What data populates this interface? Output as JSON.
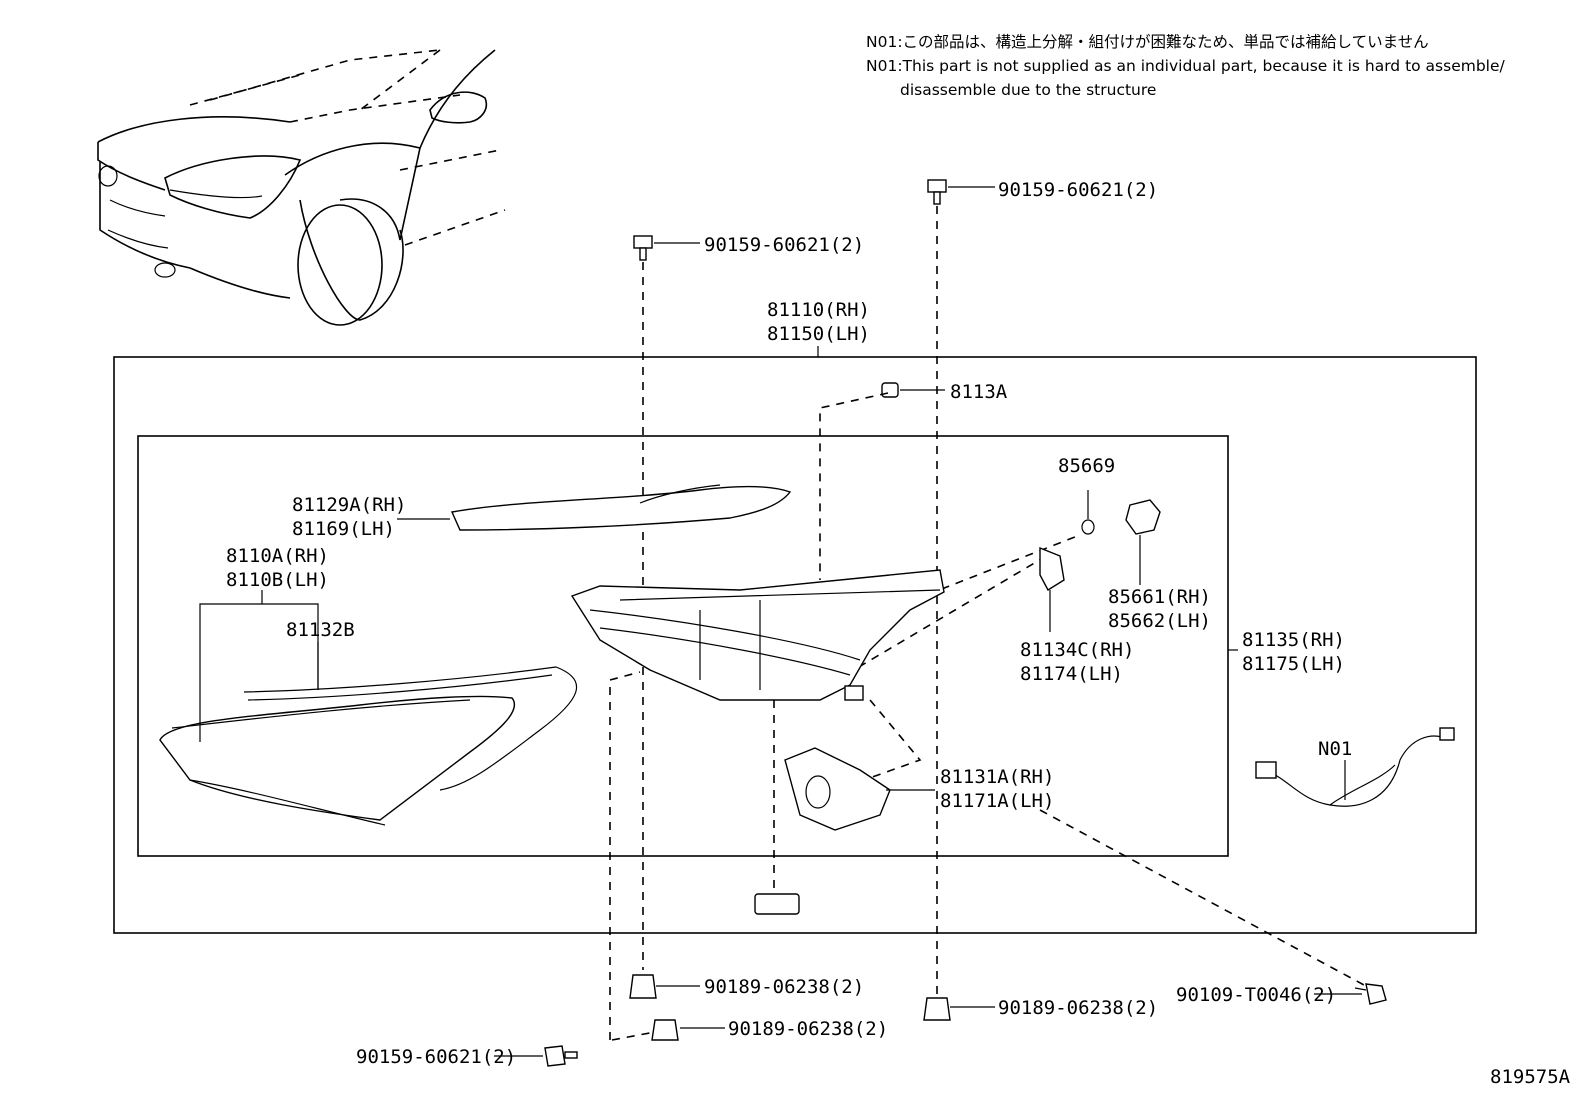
{
  "notes": {
    "line1": "N01:この部品は、構造上分解・組付けが困難なため、単品では補給していません",
    "line2": "N01:This part is not supplied as an individual part, because it is hard to assemble/",
    "line3": "disassemble due to the structure"
  },
  "labels": {
    "bolt_top_right": "90159-60621(2)",
    "bolt_top_left": "90159-60621(2)",
    "assembly_rh": "81110(RH)",
    "assembly_lh": "81150(LH)",
    "part_8113a": "8113A",
    "part_85669": "85669",
    "cover_rh": "81129A(RH)",
    "cover_lh": "81169(LH)",
    "lens_rh": "8110A(RH)",
    "lens_lh": "8110B(LH)",
    "gasket": "81132B",
    "socket_rh": "85661(RH)",
    "socket_lh": "85662(LH)",
    "actuator_rh": "81134C(RH)",
    "actuator_lh": "81174(LH)",
    "housing_rh": "81135(RH)",
    "housing_lh": "81175(LH)",
    "wire": "N01",
    "unit_rh": "81131A(RH)",
    "unit_lh": "81171A(LH)",
    "clip_left": "90189-06238(2)",
    "clip_right": "90189-06238(2)",
    "clip_lower": "90189-06238(2)",
    "screw": "90109-T0046(2)",
    "bolt_bottom": "90159-60621(2)",
    "drawing_number": "819575A"
  }
}
